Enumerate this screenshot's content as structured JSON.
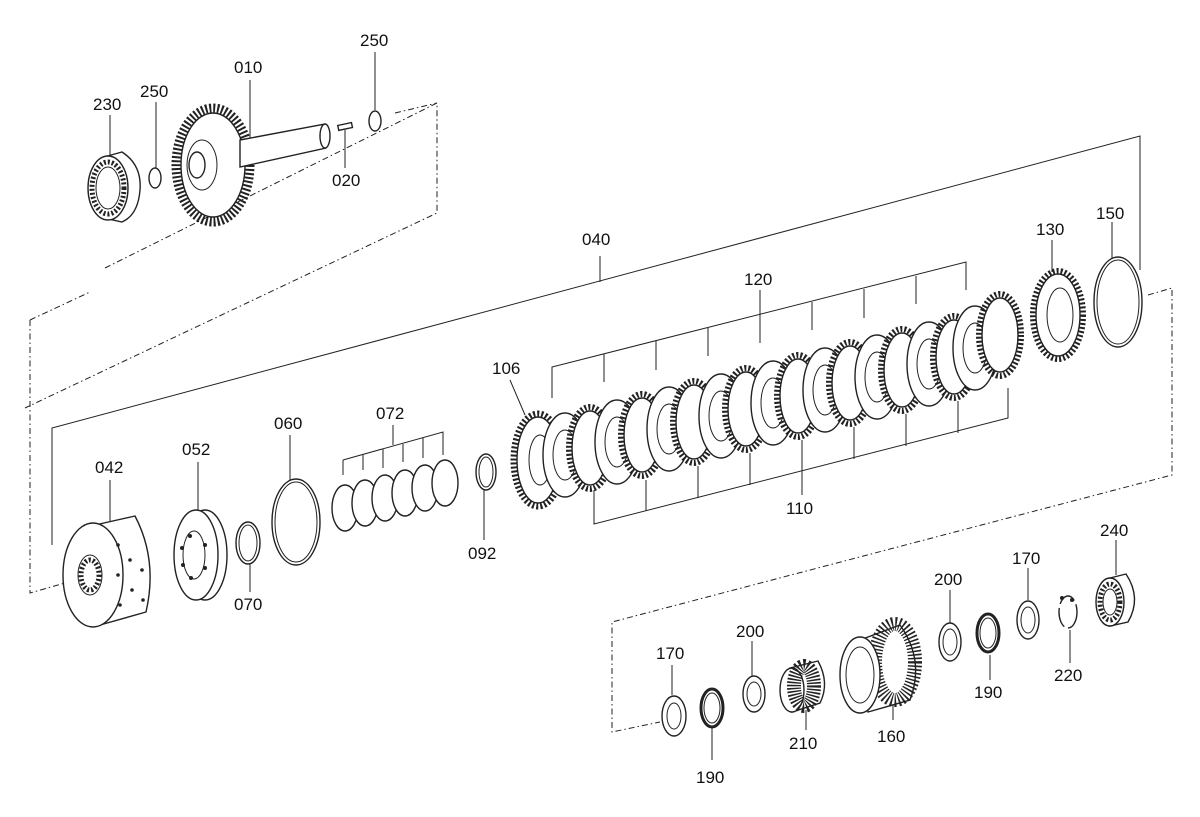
{
  "labels": {
    "p010": "010",
    "p020": "020",
    "p230": "230",
    "p250a": "250",
    "p250b": "250",
    "p040": "040",
    "p042": "042",
    "p052": "052",
    "p060": "060",
    "p070": "070",
    "p072": "072",
    "p092": "092",
    "p106": "106",
    "p110": "110",
    "p120": "120",
    "p130": "130",
    "p150": "150",
    "p170a": "170",
    "p170b": "170",
    "p190a": "190",
    "p190b": "190",
    "p200a": "200",
    "p200b": "200",
    "p210": "210",
    "p160": "160",
    "p220": "220",
    "p240": "240"
  }
}
